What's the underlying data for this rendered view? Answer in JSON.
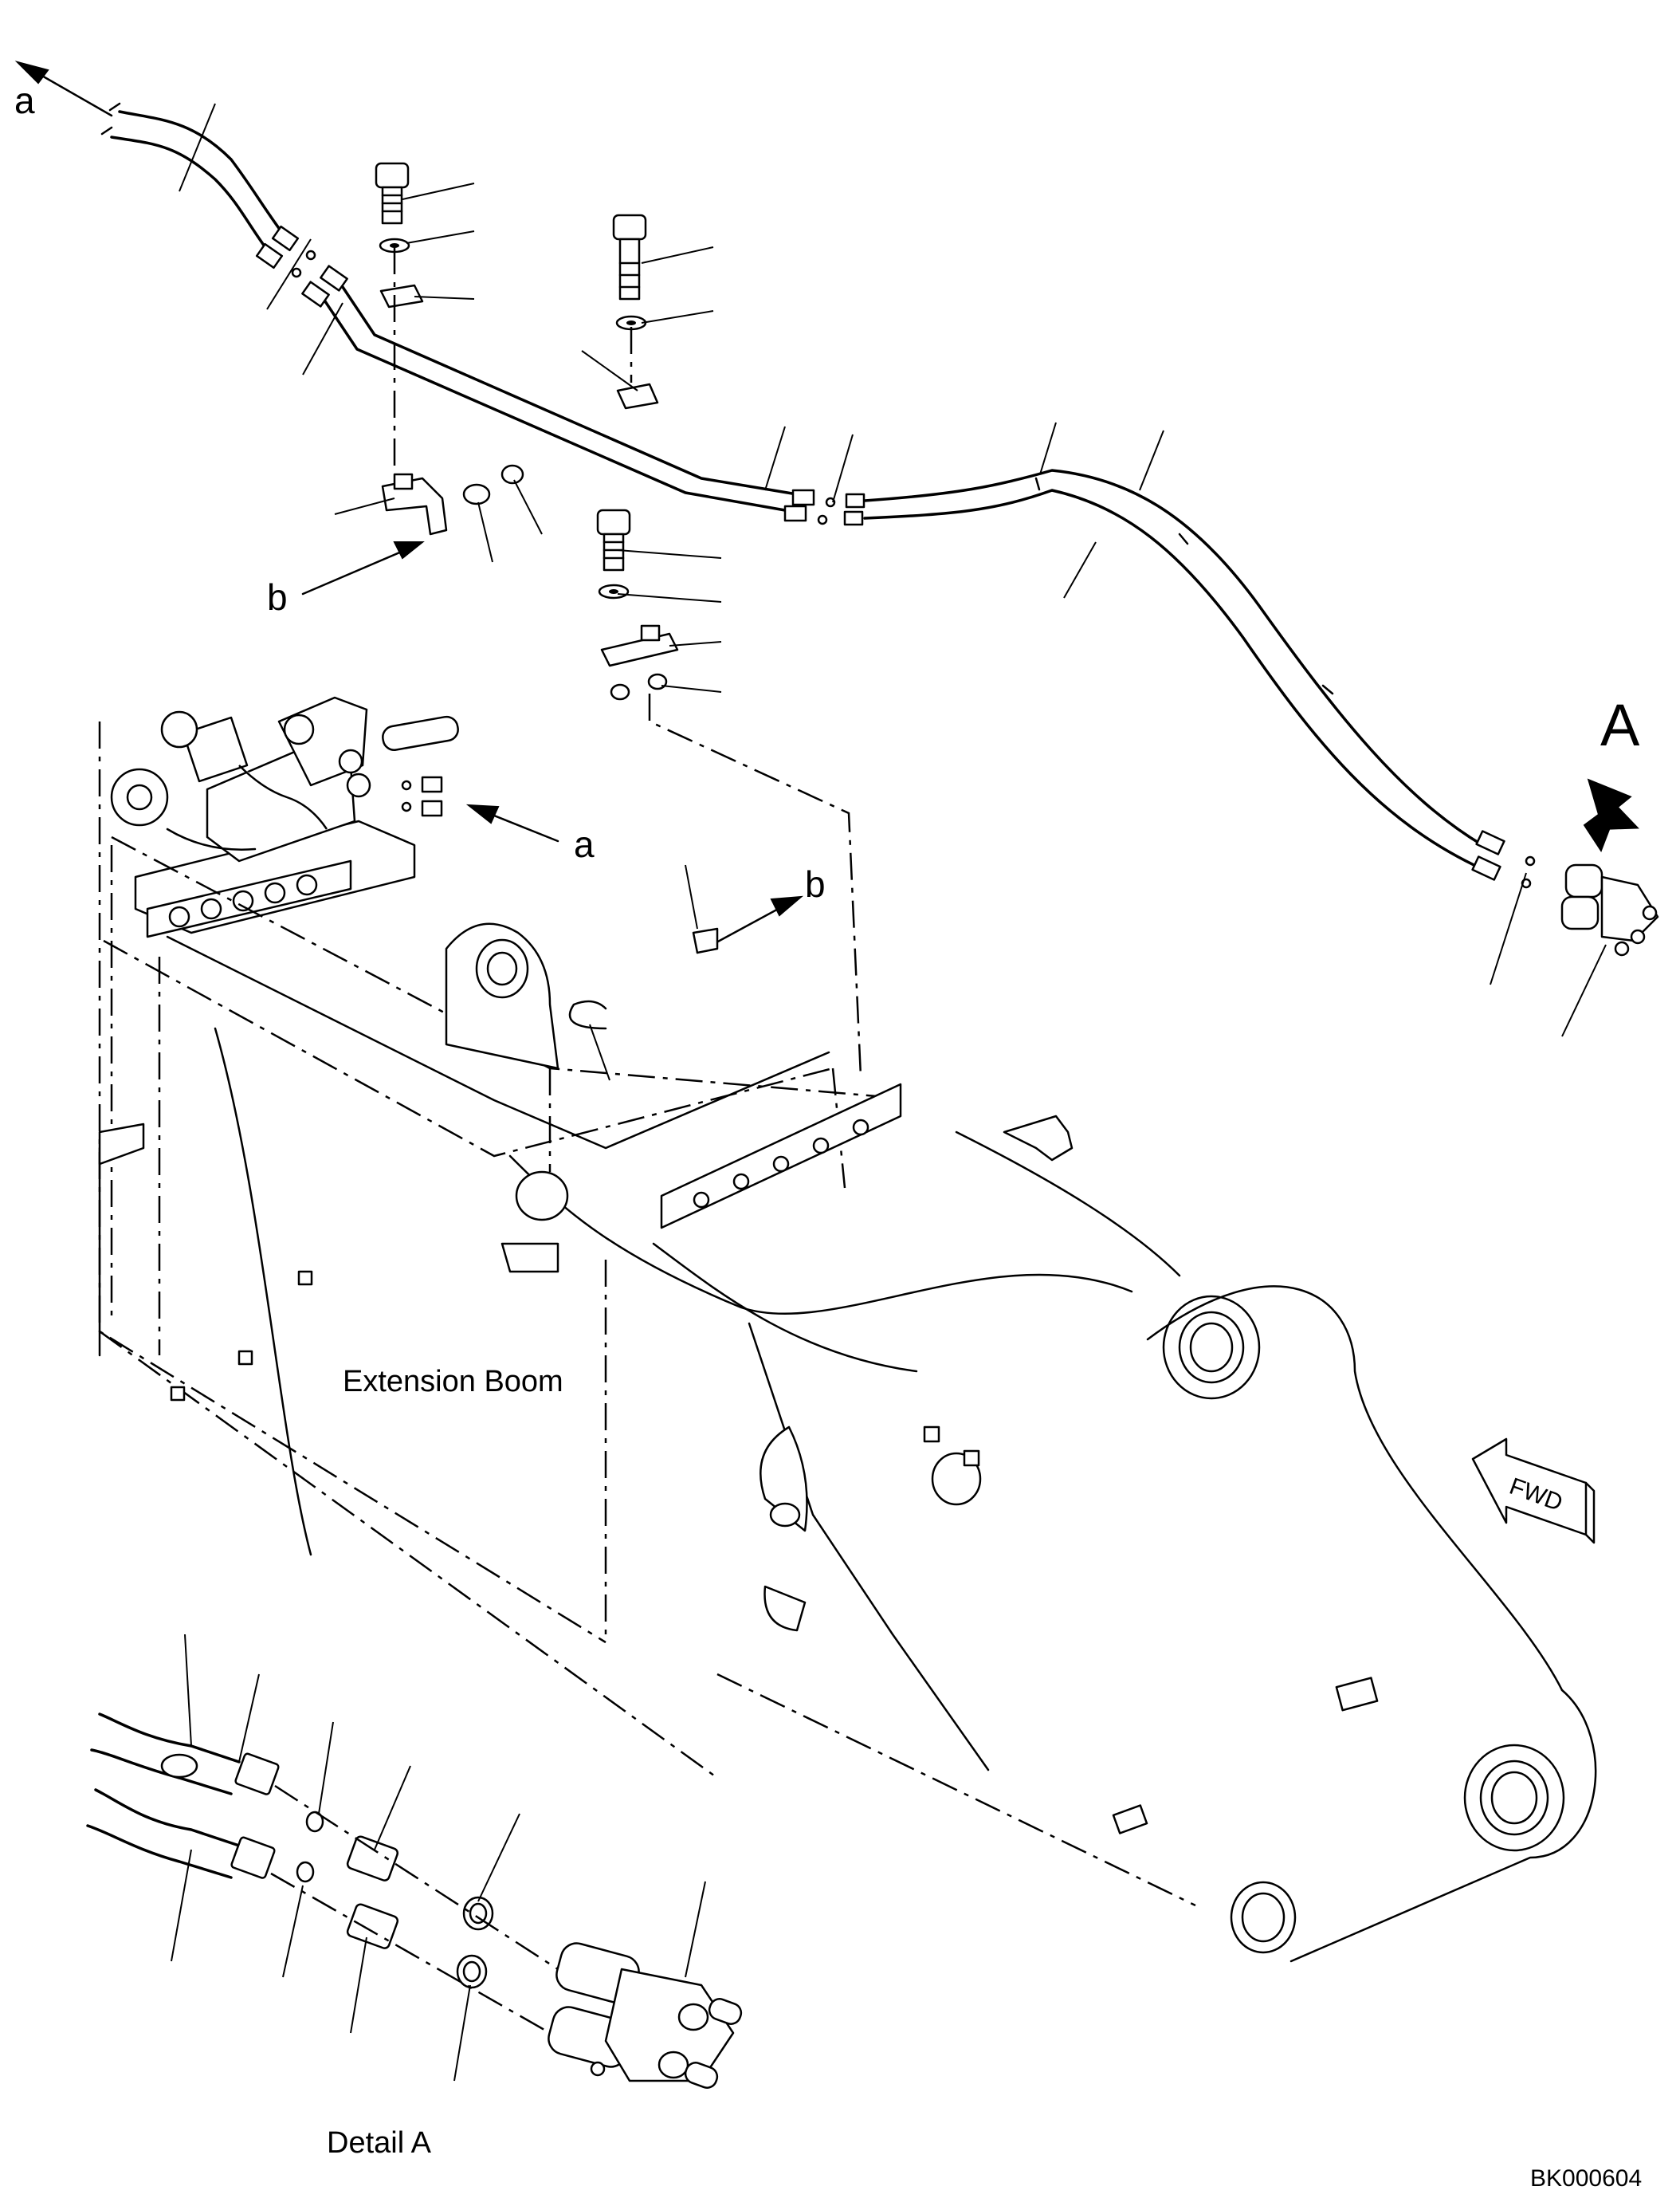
{
  "labels": {
    "a_top": "a",
    "b_left": "b",
    "a_right": "a",
    "b_right": "b",
    "view_a": "A",
    "extension_boom": "Extension Boom",
    "detail_a": "Detail A",
    "fwd": "FWD",
    "drawing_code": "BK000604"
  },
  "icons": {
    "view_arrow": "view-direction-arrow-icon",
    "fwd_arrow": "forward-direction-arrow-icon"
  }
}
